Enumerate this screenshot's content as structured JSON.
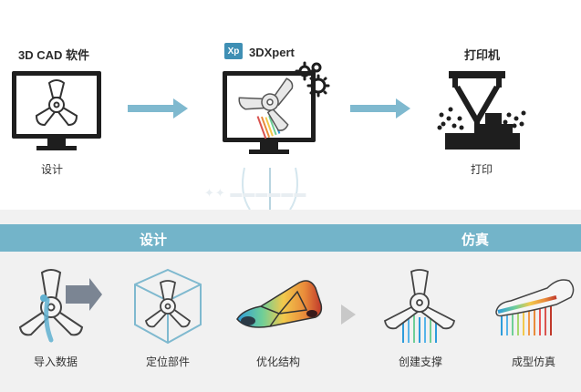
{
  "top": {
    "design_title": "3D CAD 软件",
    "design_caption": "设计",
    "brand_badge": "Xp",
    "brand_name": "3DXpert",
    "printer_title": "打印机",
    "printer_caption": "打印"
  },
  "band": {
    "left_label": "设计",
    "right_label": "仿真"
  },
  "steps": [
    {
      "label": "导入数据"
    },
    {
      "label": "定位部件"
    },
    {
      "label": "优化结构"
    },
    {
      "label": "创建支撑"
    },
    {
      "label": "成型仿真"
    }
  ],
  "colors": {
    "band": "#73b4c9",
    "arrow": "#7fb9cf",
    "brand": "#3f8fb4"
  }
}
